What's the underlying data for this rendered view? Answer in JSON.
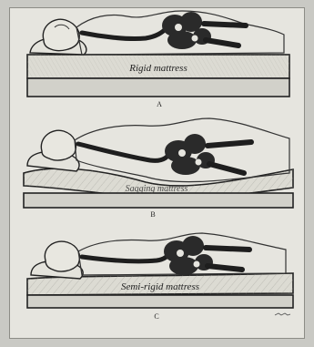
{
  "panels": [
    {
      "letter": "A",
      "mattress_label": "Rigid mattress"
    },
    {
      "letter": "B",
      "mattress_label": "Sagging mattress"
    },
    {
      "letter": "C",
      "mattress_label": "Semi-rigid mattress"
    }
  ],
  "colors": {
    "paper": "#e6e5df",
    "ink": "#1e1e1e",
    "bone": "#2a2a2a",
    "mattress_fill": "#dcdbd3",
    "base_fill": "#d2d1ca"
  }
}
